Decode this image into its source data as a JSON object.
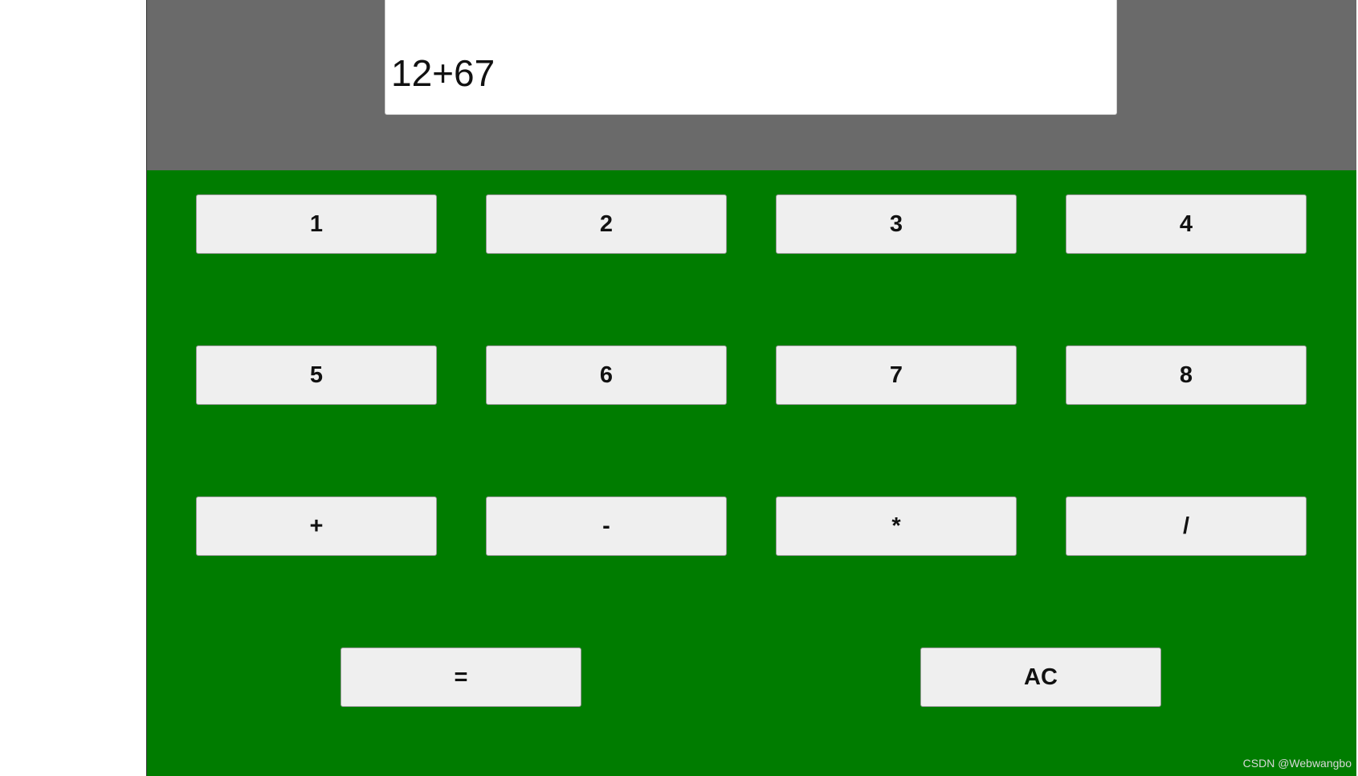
{
  "display": {
    "value": "12+67"
  },
  "keypad": {
    "rows": [
      [
        "1",
        "2",
        "3",
        "4"
      ],
      [
        "5",
        "6",
        "7",
        "8"
      ],
      [
        "+",
        "-",
        "*",
        "/"
      ]
    ],
    "equals_label": "=",
    "clear_label": "AC"
  },
  "watermark": "CSDN @Webwangbo",
  "colors": {
    "display_area": "#6a6a6a",
    "keypad_background": "#007c00",
    "key_background": "#efefef"
  }
}
